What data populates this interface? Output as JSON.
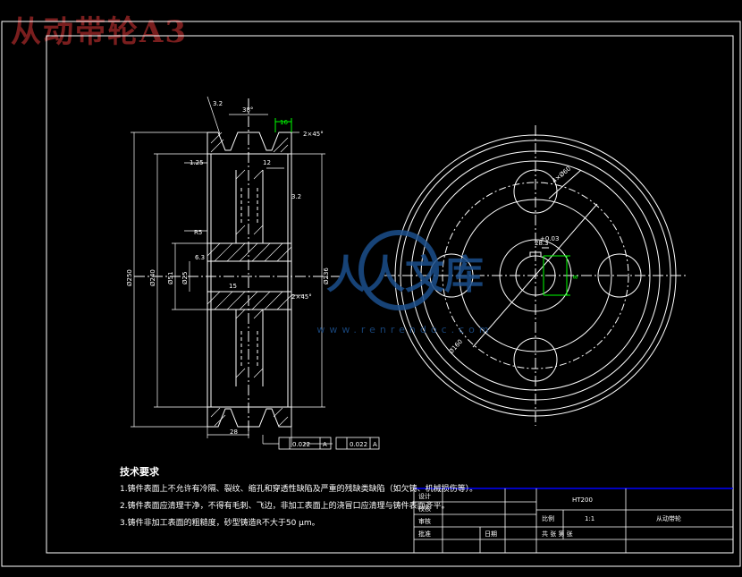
{
  "title": "从动带轮A3",
  "watermark": {
    "text_main": "人人文库",
    "text_sub": "www.renrendoc.com"
  },
  "section_view": {
    "dims": {
      "angle_groove": "38°",
      "chamfer_top": "2×45°",
      "chamfer_mid": "2×45°",
      "groove_width": "12",
      "hub_length": "28",
      "web_radius": "R5",
      "dia_outer": "Ø250",
      "dia_root": "Ø240",
      "dia_web": "Ø236",
      "dia_hub": "Ø51",
      "dia_bore": "Ø25",
      "tol_runout_1": "0.022",
      "tol_runout_2": "0.022",
      "datum": "A",
      "small_rough_1": "3.2",
      "small_rough_2": "3.2",
      "small_rough_3": "6.3",
      "small_1": "16",
      "small_2": "15",
      "small_3": "1.25"
    }
  },
  "front_view": {
    "dims": {
      "holes": "4×Ø60",
      "pcd": "Ø160",
      "keyway_depth": "28.3",
      "keyway_width": "8",
      "key_tol": "+0.03"
    }
  },
  "tech_requirements": {
    "title": "技术要求",
    "items": [
      "1.铸件表面上不允许有冷隔、裂纹、缩孔和穿透性缺陷及严重的残缺类缺陷（如欠铸、机械损伤等）。",
      "2.铸件表面应清理干净，不得有毛刺、飞边，非加工表面上的浇冒口应清理与铸件表面齐平。",
      "3.铸件非加工表面的粗糙度，砂型铸造R不大于50 μm。"
    ]
  },
  "title_block": {
    "design": "设计",
    "check": "校核",
    "review": "审核",
    "approve": "批准",
    "date": "日期",
    "material": "HT200",
    "scale_label": "比例",
    "scale_value": "1:1",
    "part_name": "从动带轮",
    "sheets": "共   张   第   张"
  },
  "colors": {
    "line": "#ffffff",
    "dim": "#00ff00",
    "title_red": "#7a1e1e",
    "frame_blue": "#0000ff",
    "watermark": "#1c4f8c"
  }
}
